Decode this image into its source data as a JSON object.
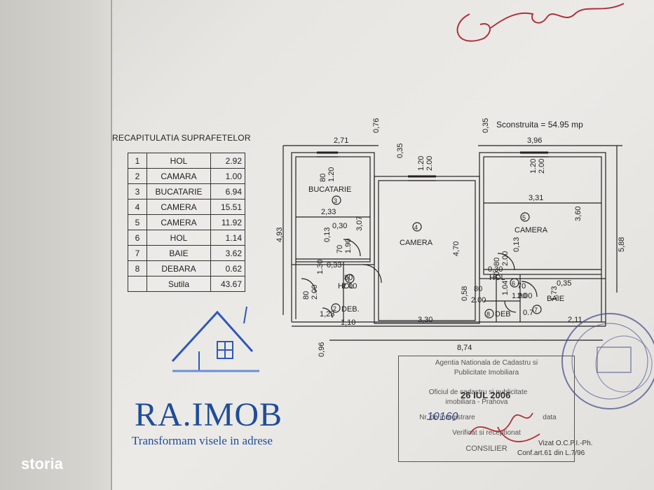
{
  "recap": {
    "title": "RECAPITULATIA SUPRAFETELOR",
    "rows": [
      {
        "n": "1",
        "room": "HOL",
        "area": "2.92"
      },
      {
        "n": "2",
        "room": "CAMARA",
        "area": "1.00"
      },
      {
        "n": "3",
        "room": "BUCATARIE",
        "area": "6.94"
      },
      {
        "n": "4",
        "room": "CAMERA",
        "area": "15.51"
      },
      {
        "n": "5",
        "room": "CAMERA",
        "area": "11.92"
      },
      {
        "n": "6",
        "room": "HOL",
        "area": "1.14"
      },
      {
        "n": "7",
        "room": "BAIE",
        "area": "3.62"
      },
      {
        "n": "8",
        "room": "DEBARA",
        "area": "0.62"
      }
    ],
    "total_label": "Sutila",
    "total_value": "43.67"
  },
  "plan": {
    "built_area": "Sconstruita  =  54.95 mp",
    "labels": {
      "bucatarie": "BUCATARIE",
      "camera4": "CAMERA",
      "camera5": "CAMERA",
      "hol1": "HOL",
      "hol6": "HOL",
      "deb2": "DEB.",
      "deb8": "DEB",
      "baie": "BAIE"
    },
    "dims": {
      "d271": "2,71",
      "d396": "3,96",
      "d874": "8,74",
      "d330": "3,30",
      "d110": "1,10",
      "d233": "2,33",
      "d331": "3,31",
      "d211": "2,11",
      "d493": "4,93",
      "d588": "5,88",
      "d360": "3,60",
      "d307": "3,07",
      "d470": "4,70",
      "d173": "1,73",
      "d123": "1,23",
      "d076": "0,76",
      "d035a": "0,35",
      "d035b": "0,35",
      "d035c": "0,35",
      "d096": "0,96",
      "d013a": "0,13",
      "d013b": "0,13",
      "d030a": "0,30",
      "d030b": "0,30",
      "d058": "0,58",
      "d033": "0,33",
      "w120a": "1.20",
      "w200a": "2.00",
      "w120b": "1.20",
      "w200b": "2.00",
      "w120c": "1.20",
      "w200c": "2.00",
      "w80a": "80",
      "w80b": "80",
      "d80a": "80",
      "d200a": "2.00",
      "d80b": "80",
      "d200b": "2.00",
      "d70a": "70",
      "d190a": "1.90",
      "d70b": "70",
      "d190b": "1.90",
      "d80c": "80",
      "d200c": "2.00",
      "d70c": "70",
      "d200d": "2.00",
      "d104": "1.04",
      "d130": "1.30",
      "d070": "0.7"
    }
  },
  "stamp": {
    "line1": "Agentia Nationala de Cadastru si",
    "line2": "Publicitate Imobiliara",
    "line3": "Oficiul de cadastru si publicitate",
    "line4": "imobiliara - Prahova",
    "date": "26 IUL 2006",
    "reg_label": "Nr. de inregistrare",
    "reg_no": "10160",
    "data_label": "data",
    "verified": "Verificat si receptionat",
    "role": "CONSILIER",
    "viz1": "Vizat O.C.P.I.-Ph.",
    "viz2": "Conf.art.61  din  L.7/96"
  },
  "logo": {
    "title": "RA.IMOB",
    "subtitle": "Transformam visele in adrese"
  },
  "watermark": "storia",
  "colors": {
    "logo_blue": "#1f4d9a",
    "stamp_ink": "#3a4a8a",
    "signature_red": "#b0303a"
  }
}
